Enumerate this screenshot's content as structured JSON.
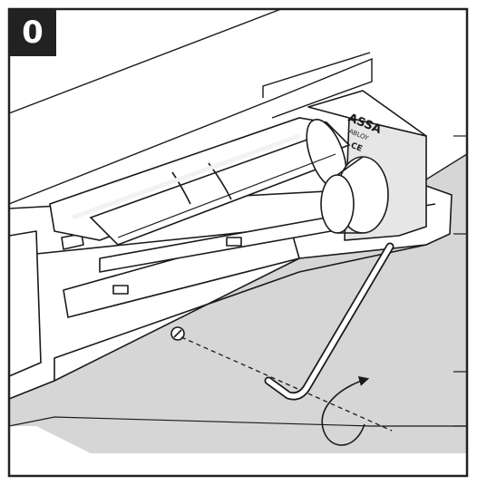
{
  "step": {
    "number": "0"
  },
  "colors": {
    "frame": "#222222",
    "line": "#1a1a1a",
    "wall": "#ffffff",
    "floor_shade": "#d6d6d6",
    "face_shade": "#e6e6e6",
    "battery_shine": "#f2f2f2"
  },
  "parts": {
    "device_housing": "lock-motor-housing",
    "battery_pack": "battery-pack",
    "tool": "hex-key",
    "motion_hint": "rotate-arrow"
  },
  "housing_label": {
    "brand": "ASSA",
    "sub": "ABLOY",
    "mark": "CE"
  }
}
